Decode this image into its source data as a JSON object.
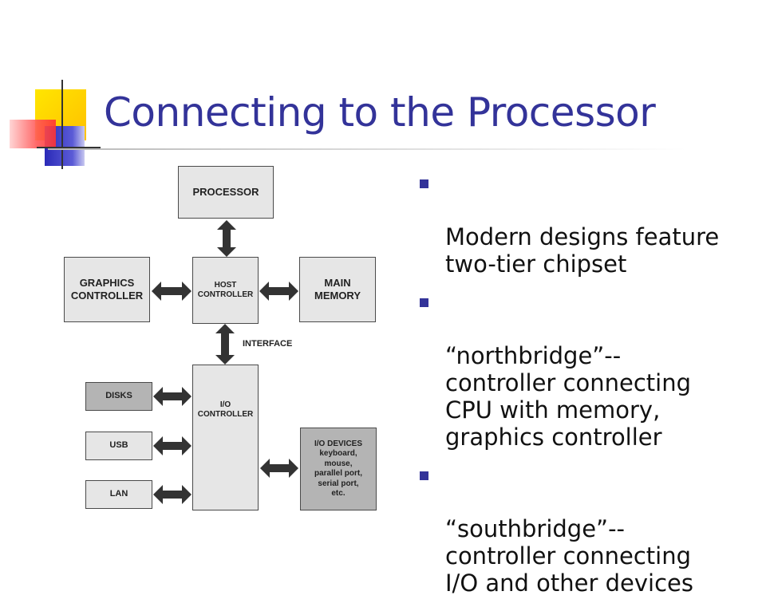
{
  "slide": {
    "title": "Connecting to the Processor",
    "bullets": [
      "Modern designs feature\ntwo-tier chipset",
      "“northbridge”--\ncontroller connecting\nCPU with memory,\ngraphics controller",
      "“southbridge”--\ncontroller connecting\nI/O and other devices"
    ]
  },
  "diagram": {
    "processor": "PROCESSOR",
    "graphics_controller": "GRAPHICS\nCONTROLLER",
    "host_controller": "HOST\nCONTROLLER",
    "main_memory": "MAIN\nMEMORY",
    "interface_label": "INTERFACE",
    "io_controller": "I/O\nCONTROLLER",
    "disks": "DISKS",
    "usb": "USB",
    "lan": "LAN",
    "io_devices": "I/O DEVICES\nkeyboard,\nmouse,\nparallel port,\nserial port,\netc."
  },
  "colors": {
    "title": "#333399",
    "bullet": "#333399",
    "deco_yellow": "#ffd700",
    "deco_blue": "#3333cc",
    "deco_red": "#ff3333",
    "box_light": "#e6e6e6",
    "box_dark": "#b4b4b4",
    "arrow": "#333333"
  }
}
